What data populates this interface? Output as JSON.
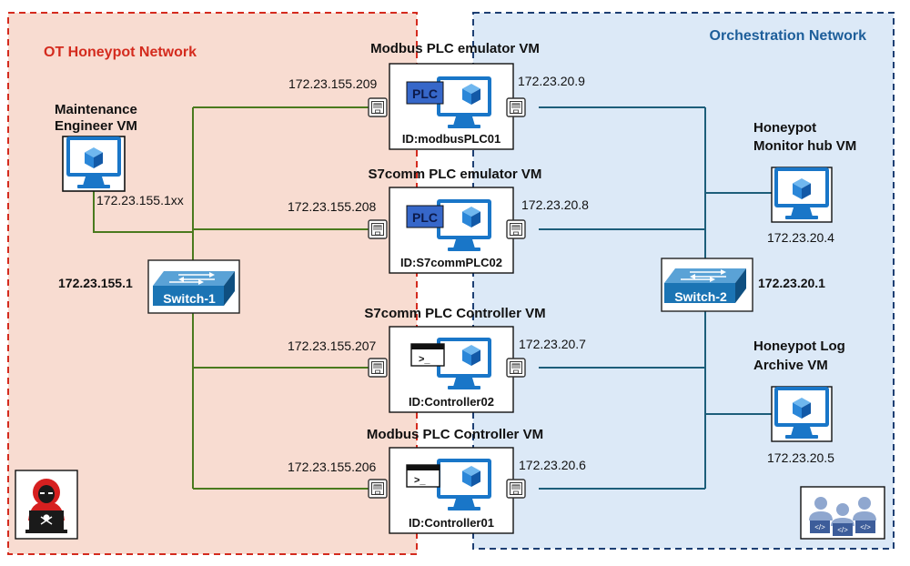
{
  "zones": {
    "ot": {
      "title": "OT Honeypot Network",
      "title_color": "#d42b1e",
      "fill": "#f8dcd1",
      "border": "#d42b1e"
    },
    "orch": {
      "title": "Orchestration Network",
      "title_color": "#1d5e9a",
      "fill": "#dce9f7",
      "border": "#1d3f73"
    }
  },
  "colors": {
    "ot_link": "#4a7a1e",
    "orch_link": "#1d5e7a",
    "vm_blue": "#1976c8",
    "switch_blue": "#1b74b4"
  },
  "maintenance": {
    "title_line1": "Maintenance",
    "title_line2": "Engineer VM",
    "ip": "172.23.155.1xx",
    "icon": "monitor-cube-icon"
  },
  "switch1": {
    "label": "Switch-1",
    "ip": "172.23.155.1",
    "icon": "network-switch-icon"
  },
  "switch2": {
    "label": "Switch-2",
    "ip": "172.23.20.1",
    "icon": "network-switch-icon"
  },
  "vms": [
    {
      "title": "Modbus PLC emulator VM",
      "id": "ID:modbusPLC01",
      "ip_ot": "172.23.155.209",
      "ip_orch": "172.23.20.9",
      "badge": "PLC",
      "icon": "plc-monitor-icon"
    },
    {
      "title": "S7comm PLC emulator VM",
      "id": "ID:S7commPLC02",
      "ip_ot": "172.23.155.208",
      "ip_orch": "172.23.20.8",
      "badge": "PLC",
      "icon": "plc-monitor-icon"
    },
    {
      "title": "S7comm PLC Controller VM",
      "id": "ID:Controller02",
      "ip_ot": "172.23.155.207",
      "ip_orch": "172.23.20.7",
      "badge": ">_",
      "icon": "terminal-monitor-icon"
    },
    {
      "title": "Modbus PLC Controller VM",
      "id": "ID:Controller01",
      "ip_ot": "172.23.155.206",
      "ip_orch": "172.23.20.6",
      "badge": ">_",
      "icon": "terminal-monitor-icon"
    }
  ],
  "monitor": {
    "title_line1": "Honeypot",
    "title_line2": "Monitor hub  VM",
    "ip": "172.23.20.4",
    "icon": "monitor-cube-icon"
  },
  "archive": {
    "title_line1": "Honeypot Log",
    "title_line2": "Archive VM",
    "ip": "172.23.20.5",
    "icon": "monitor-cube-icon"
  },
  "corner_icons": {
    "attacker": "hacker-laptop-icon",
    "developers": "developer-team-icon"
  }
}
